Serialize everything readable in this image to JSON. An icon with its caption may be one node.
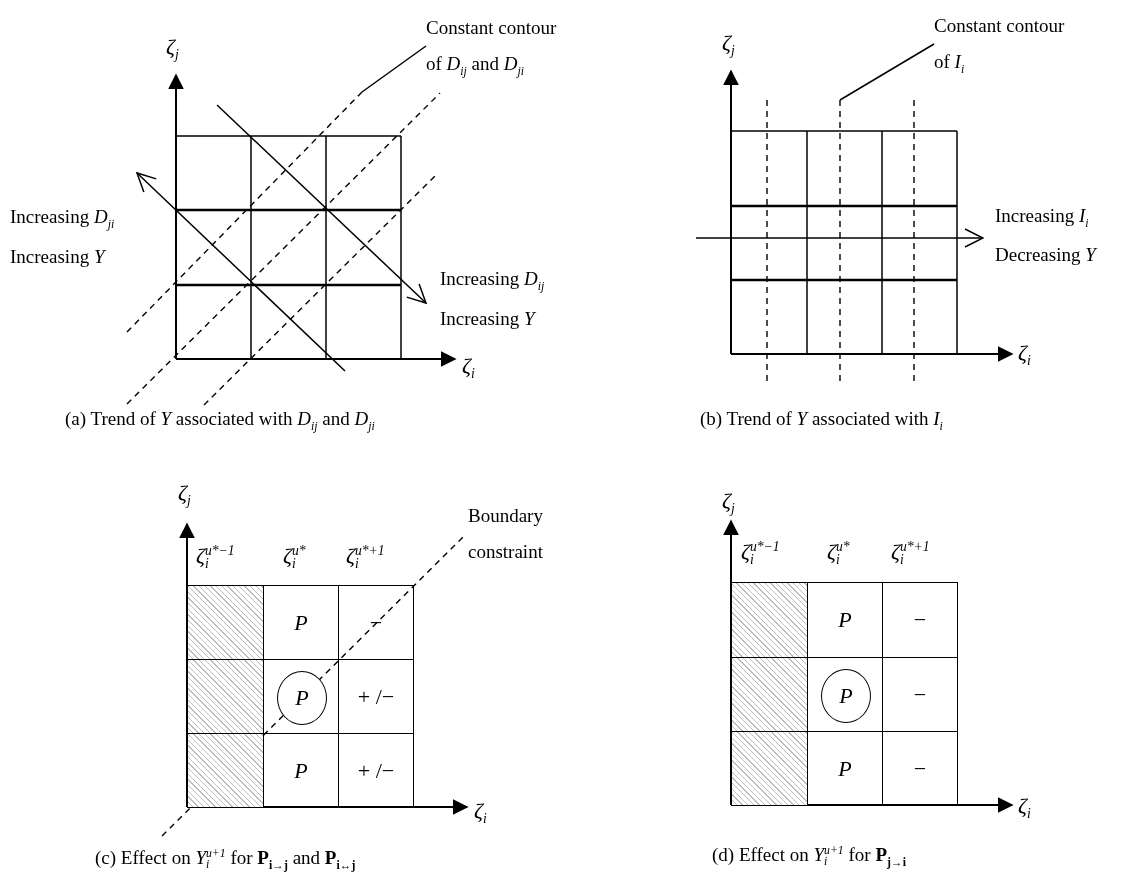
{
  "diagram": {
    "nodes": [
      {
        "text": [
          "Constant contour of *D*$_{ij}$ and *D*$_{ji}$"
        ]
      },
      {
        "text": [
          "Constant contour of *I*$_{i}$"
        ]
      },
      {
        "text": [],
        "shape": "box"
      },
      {
        "text": [
          "P"
        ]
      },
      {
        "text": [
          "−"
        ]
      },
      {
        "text": [],
        "shape": "box"
      },
      {
        "text": [],
        "shape": "box"
      },
      {
        "text": [
          "P"
        ],
        "in": 6
      },
      {
        "text": [
          "+ /−"
        ]
      },
      {
        "text": [],
        "shape": "box"
      },
      {
        "text": [
          "P"
        ]
      },
      {
        "text": [
          "+ /−"
        ]
      },
      {
        "text": [],
        "shape": "box"
      },
      {
        "text": [
          "P"
        ]
      },
      {
        "text": [
          "−"
        ]
      },
      {
        "text": [],
        "shape": "box"
      },
      {
        "text": [],
        "shape": "box"
      },
      {
        "text": [
          "P"
        ],
        "in": 16
      },
      {
        "text": [
          "−"
        ]
      },
      {
        "text": [],
        "shape": "box"
      },
      {
        "text": [
          "P"
        ]
      },
      {
        "text": [
          "−"
        ]
      }
    ],
    "edges": [
      {
        "from": 0,
        "to": null,
        "arrow": "none"
      },
      {
        "from": 1,
        "to": null,
        "arrow": "none"
      }
    ],
    "labels": [
      "ζ$_{j}$",
      "ζ$_{j}$",
      "Increasing *D*$_{ji}$",
      "Increasing *Y*",
      "Increasing *I*$_{i}$",
      "Decreasing *Y*",
      "Increasing *D*$_{ij}$",
      "Increasing *Y*",
      "ζ$_{i}$",
      "ζ$_{i}$",
      "(a) Trend of *Y* associated with *D*$_{ij}$ and *D*$_{ji}$",
      "(b) Trend of *Y* associated with *I*$_{i}$",
      "ζ$_{j}$",
      "ζ$_{j}$",
      "Boundary constraint",
      "ζ$_{i}$$^{u*−1}$",
      "ζ$_{i}$$^{u*}$",
      "ζ$_{i}$$^{u*+1}$",
      "ζ$_{i}$$^{u*−1}$",
      "ζ$_{i}$$^{u*}$",
      "ζ$_{i}$$^{u*+1}$",
      "ζ$_{i}$",
      "ζ$_{i}$",
      "(c) Effect on *Y*$_{i}$$^{u+1}$ for **P**$_{i→j}$ and **P**$_{i↔j}$",
      "(d) Effect on *Y*$_{i}$$^{u+1}$ for **P**$_{j→i}$"
    ]
  }
}
